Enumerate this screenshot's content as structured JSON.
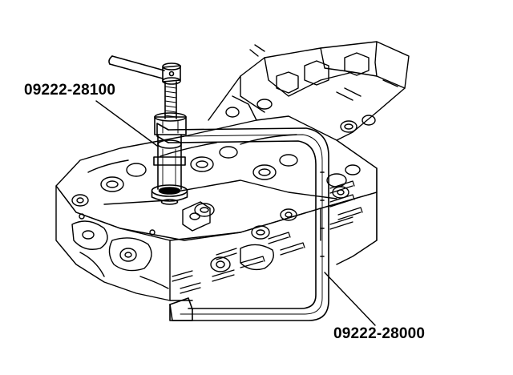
{
  "figure": {
    "callouts": [
      {
        "id": "tool-a",
        "text": "09222-28100"
      },
      {
        "id": "tool-b",
        "text": "09222-28000"
      }
    ],
    "colors": {
      "ink": "#000000",
      "paper": "#ffffff"
    }
  }
}
